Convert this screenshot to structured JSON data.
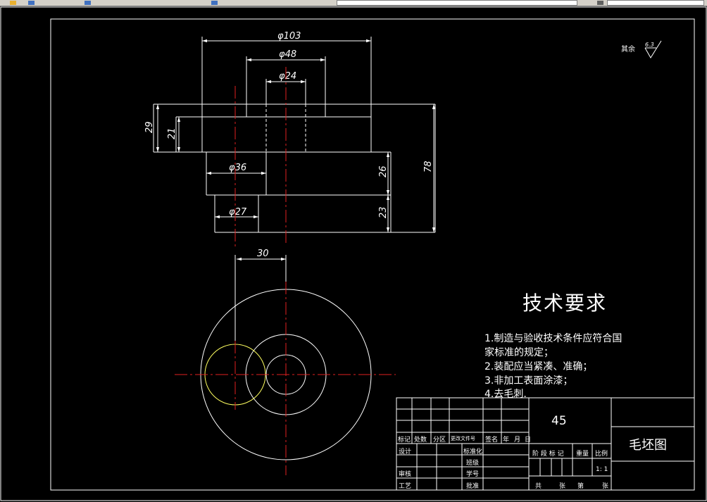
{
  "drawing": {
    "dimensions": {
      "d103": "φ103",
      "d48": "φ48",
      "d24": "φ24",
      "d36": "φ36",
      "d27": "φ27",
      "h29": "29",
      "h21": "21",
      "h26": "26",
      "h23": "23",
      "h78": "78",
      "offset30": "30"
    },
    "roughness": {
      "label": "其余",
      "value": "6.3"
    },
    "tech_requirements": {
      "title": "技术要求",
      "line1": "1.制造与验收技术条件应符合国",
      "line2": "家标准的规定；",
      "line3": "2.装配应当紧凑、准确；",
      "line4": "3.非加工表面涂漆；",
      "line5": "4.去毛刺."
    },
    "title_block": {
      "material": "45",
      "drawing_name": "毛坯图",
      "scale": "1: 1",
      "row_marks": {
        "mark": "标记",
        "count": "处数",
        "zone": "分区",
        "doc_no": "更改文件号",
        "sign": "签名",
        "year": "年",
        "month": "月",
        "day": "日"
      },
      "design": "设计",
      "standardize": "标准化",
      "class": "班级",
      "review": "审核",
      "student_no": "学号",
      "process": "工艺",
      "approve": "批准",
      "stage_mark": "阶 段 标 记",
      "weight": "重量",
      "ratio": "比例",
      "total": "共",
      "sheets1": "张",
      "page": "第",
      "sheets2": "张"
    }
  }
}
